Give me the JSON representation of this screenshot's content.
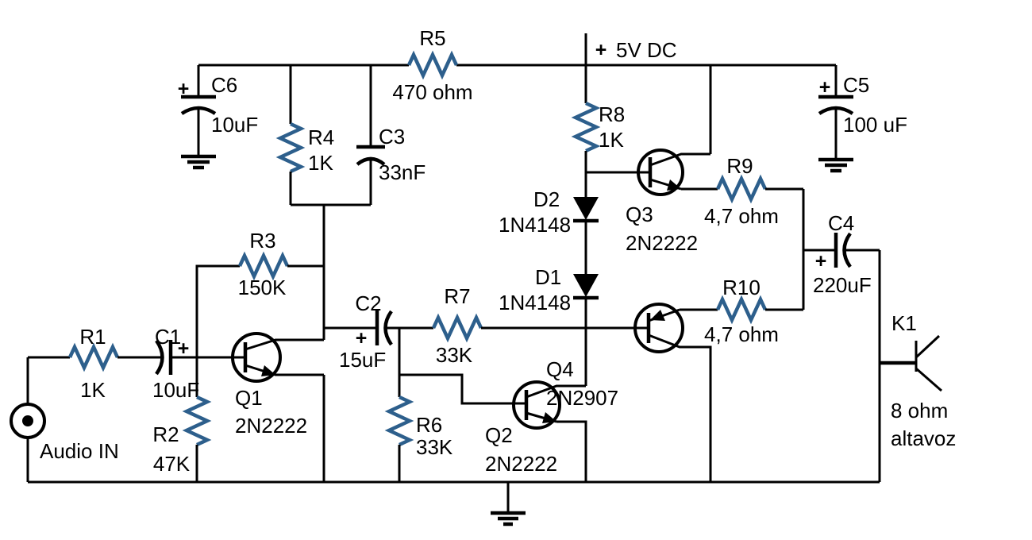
{
  "title": "Audio amplifier schematic",
  "colors": {
    "background": "#ffffff",
    "wire": "#000000",
    "resistor_body": "#2d5f8c",
    "text": "#000000"
  },
  "power": {
    "plus": "+",
    "label": "5V DC"
  },
  "input": {
    "label": "Audio IN"
  },
  "speaker": {
    "ref": "K1",
    "value_line1": "8 ohm",
    "value_line2": "altavoz"
  },
  "components": {
    "r1": {
      "ref": "R1",
      "value": "1K"
    },
    "r2": {
      "ref": "R2",
      "value": "47K"
    },
    "r3": {
      "ref": "R3",
      "value": "150K"
    },
    "r4": {
      "ref": "R4",
      "value": "1K"
    },
    "r5": {
      "ref": "R5",
      "value": "470 ohm"
    },
    "r6": {
      "ref": "R6",
      "value": "33K"
    },
    "r7": {
      "ref": "R7",
      "value": "33K"
    },
    "r8": {
      "ref": "R8",
      "value": "1K"
    },
    "r9": {
      "ref": "R9",
      "value": "4,7 ohm"
    },
    "r10": {
      "ref": "R10",
      "value": "4,7 ohm"
    },
    "c1": {
      "ref": "C1",
      "value": "10uF",
      "plus": "+"
    },
    "c2": {
      "ref": "C2",
      "value": "15uF",
      "plus": "+"
    },
    "c3": {
      "ref": "C3",
      "value": "33nF"
    },
    "c4": {
      "ref": "C4",
      "value": "220uF",
      "plus": "+"
    },
    "c5": {
      "ref": "C5",
      "value": "100 uF",
      "plus": "+"
    },
    "c6": {
      "ref": "C6",
      "value": "10uF",
      "plus": "+"
    },
    "d1": {
      "ref": "D1",
      "value": "1N4148"
    },
    "d2": {
      "ref": "D2",
      "value": "1N4148"
    },
    "q1": {
      "ref": "Q1",
      "value": "2N2222"
    },
    "q2": {
      "ref": "Q2",
      "value": "2N2222"
    },
    "q3": {
      "ref": "Q3",
      "value": "2N2222"
    },
    "q4": {
      "ref": "Q4",
      "value": "2N2907"
    }
  }
}
